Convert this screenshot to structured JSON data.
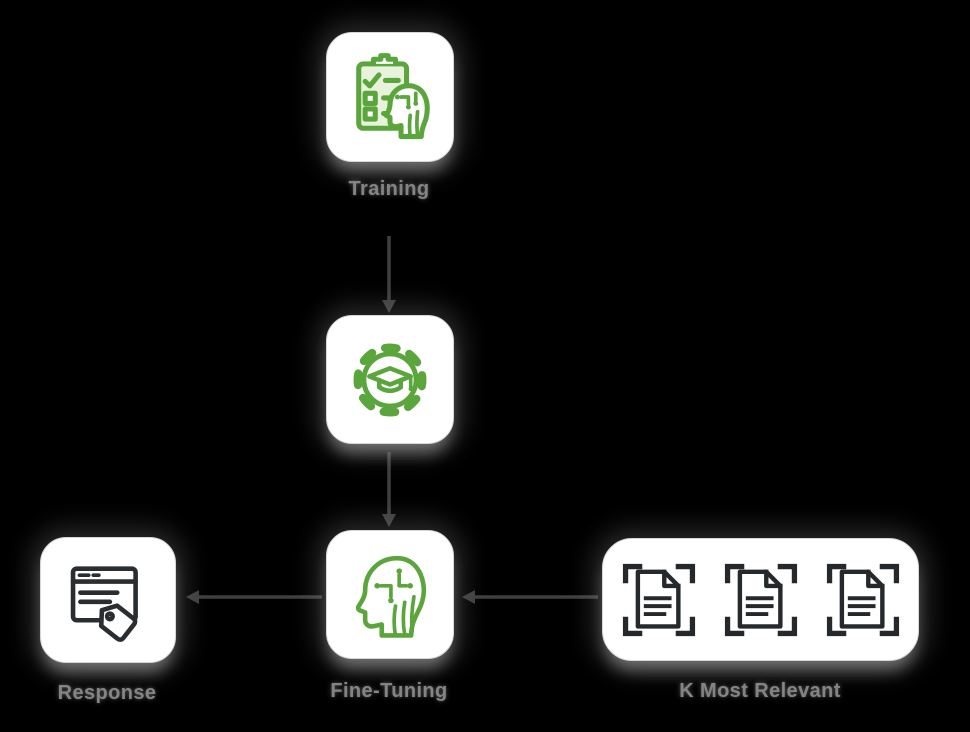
{
  "diagram": {
    "background_color": "#000000",
    "accent_green": "#5ba63c",
    "icon_dark": "#2b2e31",
    "arrow_color": "#3f3f3f",
    "label_color": "#848484",
    "nodes": {
      "training": {
        "label": "Training",
        "icon": "clipboard-brain-icon"
      },
      "learning": {
        "label": "",
        "icon": "gear-graduation-icon"
      },
      "model": {
        "label": "Fine-Tuning",
        "icon": "head-circuit-icon"
      },
      "response": {
        "label": "Response",
        "icon": "browser-tag-icon"
      },
      "relevant_docs": {
        "label": "K Most Relevant",
        "icon": "scan-document-icon",
        "document_count": 3
      }
    },
    "edges": [
      {
        "from": "training",
        "to": "learning",
        "direction": "down"
      },
      {
        "from": "learning",
        "to": "model",
        "direction": "down"
      },
      {
        "from": "relevant_docs",
        "to": "model",
        "direction": "left"
      },
      {
        "from": "model",
        "to": "response",
        "direction": "left"
      }
    ]
  }
}
